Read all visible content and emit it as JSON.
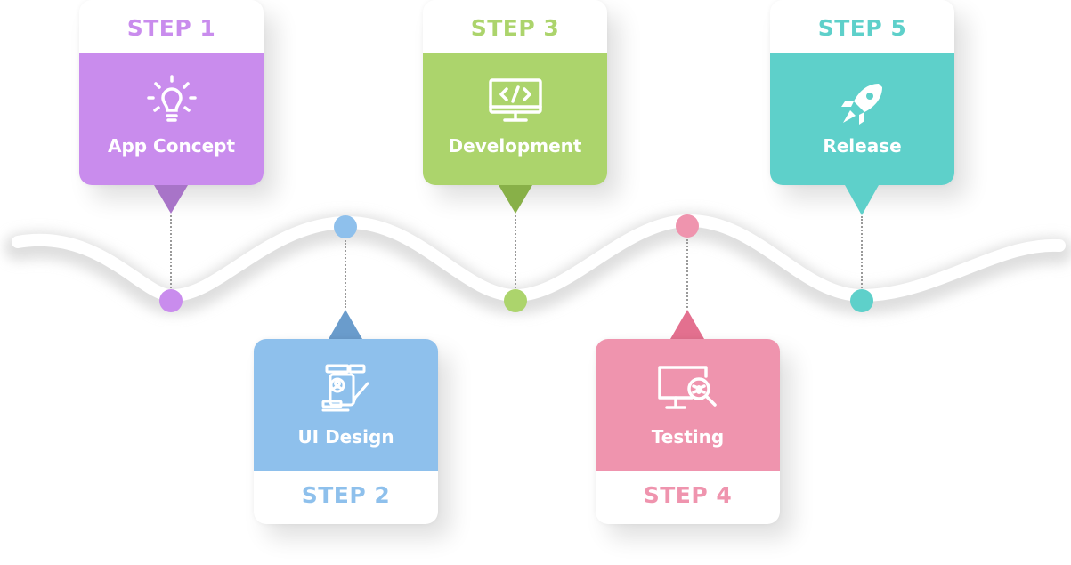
{
  "colors": {
    "purple": "#c98ced",
    "blue": "#8ec0ec",
    "green": "#acd46c",
    "pink": "#ef94ae",
    "teal": "#5ed0ca"
  },
  "steps": [
    {
      "step_label": "STEP 1",
      "title": "App Concept",
      "icon": "lightbulb-icon"
    },
    {
      "step_label": "STEP 2",
      "title": "UI Design",
      "icon": "ui-design-icon"
    },
    {
      "step_label": "STEP 3",
      "title": "Development",
      "icon": "code-monitor-icon"
    },
    {
      "step_label": "STEP 4",
      "title": "Testing",
      "icon": "bug-search-monitor-icon"
    },
    {
      "step_label": "STEP 5",
      "title": "Release",
      "icon": "rocket-icon"
    }
  ]
}
